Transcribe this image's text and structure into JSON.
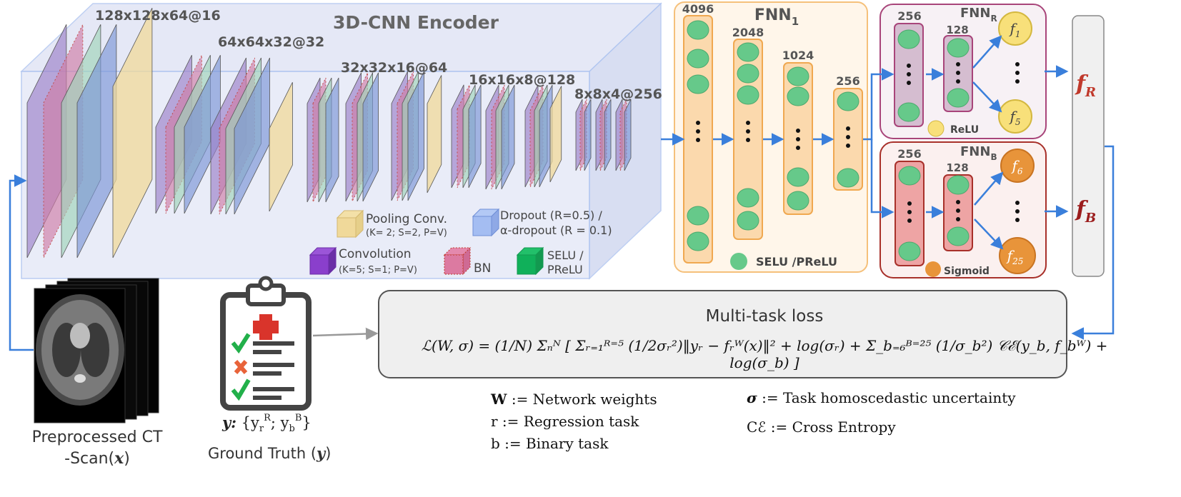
{
  "encoder": {
    "title": "3D-CNN Encoder",
    "dims": [
      "128x128x64@16",
      "64x64x32@32",
      "32x32x16@64",
      "16x16x8@128",
      "8x8x4@256"
    ]
  },
  "legend": {
    "pooling": "Pooling Conv.",
    "pooling_params": "(K= 2; S=2, P=V)",
    "dropout": "Dropout (R=0.5) /",
    "dropout2": "α-dropout (R = 0.1)",
    "convolution": "Convolution",
    "convolution_params": "(K=5; S=1; P=V)",
    "bn": "BN",
    "selu": "SELU /",
    "selu2": "PReLU"
  },
  "fnn1": {
    "title": "FNN",
    "subscript": "1",
    "layers": [
      "4096",
      "2048",
      "1024",
      "256"
    ],
    "activation": "SELU /PReLU"
  },
  "fnn_r": {
    "title": "FNN",
    "subscript": "R",
    "layers": [
      "256",
      "128"
    ],
    "outputs": [
      "f",
      "f"
    ],
    "output_subs": [
      "1",
      "5"
    ],
    "activation": "ReLU"
  },
  "fnn_b": {
    "title": "FNN",
    "subscript": "B",
    "layers": [
      "256",
      "128"
    ],
    "outputs": [
      "f",
      "f"
    ],
    "output_subs": [
      "6",
      "25"
    ],
    "activation": "Sigmoid"
  },
  "final": {
    "r": "f",
    "r_sub": "R",
    "b": "f",
    "b_sub": "B"
  },
  "input": {
    "label1": "Preprocessed CT",
    "label2": "-Scan(",
    "label2_var": "x",
    "label2_end": ")"
  },
  "ground_truth": {
    "y_label": "y:",
    "y_set": "{y",
    "y_r_sub": "r",
    "y_r_sup": "R",
    "y_sep": "; y",
    "y_b_sub": "b",
    "y_b_sup": "B",
    "y_end": "}",
    "label": "Ground Truth (",
    "label_var": "y",
    "label_end": ")"
  },
  "loss": {
    "title": "Multi-task loss",
    "formula": "ℒ(W, σ) = (1/N) Σₙᴺ [ Σᵣ₌₁ᴿ⁼⁵ (1/2σᵣ²)‖yᵣ − fᵣᵂ(x)‖² + log(σᵣ) + Σ_b₌₆ᴮ⁼²⁵ (1/σ_b²) 𝒞ℰ(y_b, f_bᵂ) + log(σ_b) ]"
  },
  "definitions": {
    "w_sym": "W",
    "w_def": ":= Network weights",
    "r_sym": "r",
    "r_def": ":= Regression task",
    "b_sym": "b",
    "b_def": ":= Binary task",
    "sigma_sym": "σ",
    "sigma_def": ":= Task homoscedastic uncertainty",
    "ce_sym": "Cℰ",
    "ce_def": ":= Cross Entropy"
  },
  "colors": {
    "encoder_bg": "#e8eaf6",
    "encoder_border": "#aec4f0",
    "purple": "#9b7fc8",
    "pink": "#d07ca6",
    "green": "#9fd4b8",
    "blue": "#7b95d6",
    "yellow": "#f0d99a",
    "fnn1_bg": "#fff5e8",
    "fnn1_border": "#f5c07a",
    "node_green": "#66c98a",
    "fnnr_border": "#a8457a",
    "fnnr_col": "#d5bdd0",
    "fnnb_border": "#a8302a",
    "fnnb_col": "#eea4a4",
    "out_yellow": "#f8e07a",
    "out_orange": "#e8943a",
    "arrow": "#3a7fdb",
    "red_f": "#c0392b"
  }
}
